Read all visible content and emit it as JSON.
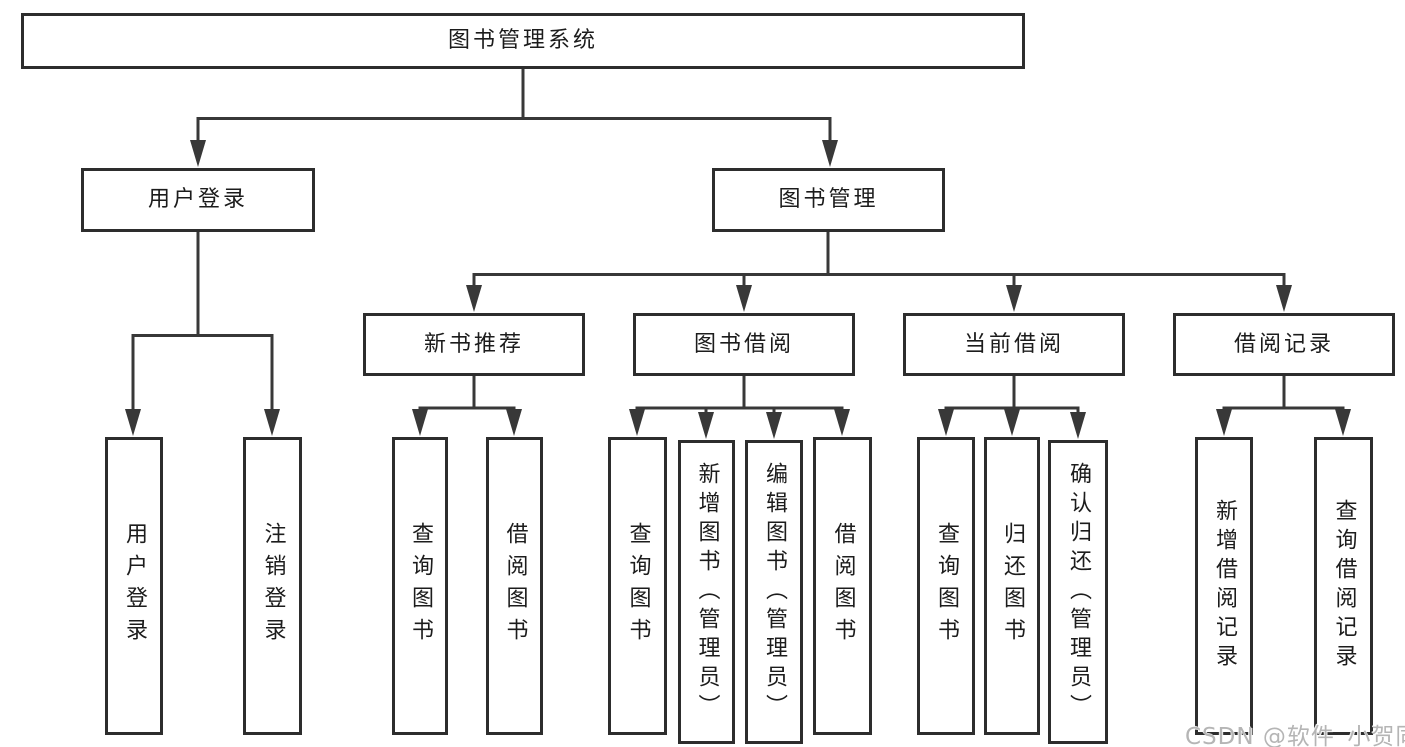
{
  "diagram": {
    "root": {
      "label": "图书管理系统",
      "children": [
        {
          "label": "用户登录",
          "children": [
            {
              "label": "用户登录"
            },
            {
              "label": "注销登录"
            }
          ]
        },
        {
          "label": "图书管理",
          "children": [
            {
              "label": "新书推荐",
              "children": [
                {
                  "label": "查询图书"
                },
                {
                  "label": "借阅图书"
                }
              ]
            },
            {
              "label": "图书借阅",
              "children": [
                {
                  "label": "查询图书"
                },
                {
                  "label": "新增图书（管理员）"
                },
                {
                  "label": "编辑图书（管理员）"
                },
                {
                  "label": "借阅图书"
                }
              ]
            },
            {
              "label": "当前借阅",
              "children": [
                {
                  "label": "查询图书"
                },
                {
                  "label": "归还图书"
                },
                {
                  "label": "确认归还（管理员）"
                }
              ]
            },
            {
              "label": "借阅记录",
              "children": [
                {
                  "label": "新增借阅记录"
                },
                {
                  "label": "查询借阅记录"
                }
              ]
            }
          ]
        }
      ]
    },
    "watermark": "CSDN @软件_小贺同学",
    "colors": {
      "line": "#383838",
      "box_border": "#2d2d2d",
      "text": "#1c1c1c",
      "watermark": "#b5b5b5",
      "background": "#ffffff"
    }
  }
}
